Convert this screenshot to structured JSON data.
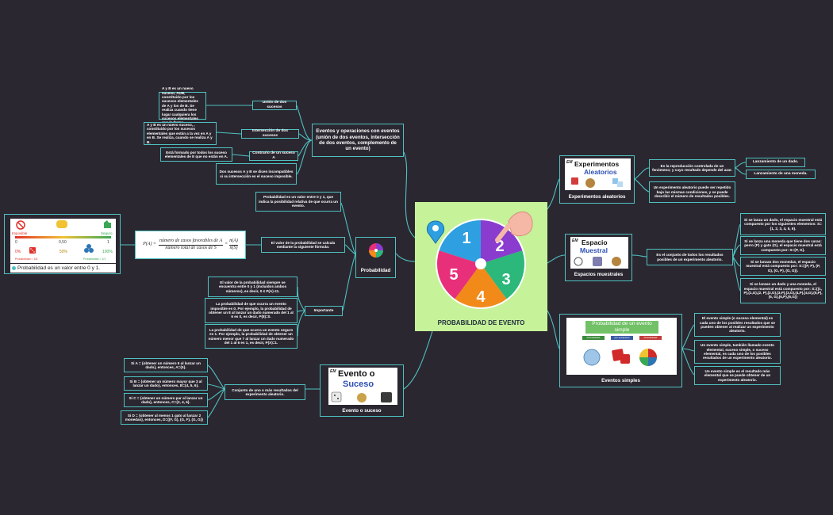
{
  "center": {
    "title": "PROBABILIDAD DE EVENTO",
    "wheel_numbers": [
      "1",
      "2",
      "3",
      "4",
      "5"
    ],
    "wheel_colors": [
      "#2e9fe0",
      "#8a3ccf",
      "#2bb87a",
      "#f28a1a",
      "#e8307a"
    ]
  },
  "eventos_op": {
    "title": "Eventos y operaciones con eventos (unión de dos eventos, intersección de dos eventos, complemento de un evento)",
    "union_label": "Unión de dos sucesos",
    "union_text": "A y B es un nuevo suceso, AUB, constituido por los sucesos elementales de A y los de B. Se realiza cuando tiene lugar cualquiera los sucesos elementales que lo forma.",
    "inter_label": "Intersección de dos sucesos",
    "inter_text": "A y B es un nuevo suceso, , constituido por los sucesos elementales que están a la vez en A y en B. Se realiza, cuando se realiza A y B.",
    "contr_label": "Contrario de un suceso A",
    "contr_text": "Está formado por todos los suceso elementales de E que no están en A.",
    "incomp_text": "Dos sucesos A y B se dicen incompatibles si su intersección es el suceso imposible."
  },
  "probabilidad": {
    "title": "Probabilidad",
    "def_text": "Probabilidad es un valor entre 0 y 1, que indica la posibilidad relativa de que ocurra un evento.",
    "formula_label": "El valor de la probabilidad se calcula mediante la siguiente fórmula:",
    "formula_lhs": "P(A) =",
    "formula_num": "número de casos favorables de A",
    "formula_den": "número total de casos de S",
    "formula_rhs_num": "n(A)",
    "formula_rhs_den": "n(S)",
    "importante_label": "Importante",
    "imp1": "El valor de la probabilidad siempre se encuentra entre 0 y 1 (incluidos ambos números), es decir, 0 ≤ P(A) ≤1.",
    "imp2": "La probabilidad de que ocurra un evento imposible es 0. Por ejemplo, la probabilidad de obtener un 8 al lanzar un dado numerado del 1 al 6 es 0, es decir, P(8)=0.",
    "imp3": "La probabilidad de que ocurra un evento seguro es 1. Por ejemplo, la probabilidad de obtener un número menor que 7 al lanzar un dado numerado del 1 al 6 es 1, es decir, P(X)=1."
  },
  "scale_card": {
    "caption": "Probabilidad es un valor entre 0 y 1.",
    "impossible": "Imposible",
    "seguro": "Seguro",
    "v0": "0",
    "v050": "0,50",
    "v1": "1",
    "p0": "0%",
    "p50": "50%",
    "p100": "100%",
    "prob_lo": "Probabilidad = 1/6",
    "prob_hi": "Probabilidad = 1/1"
  },
  "evento_suceso": {
    "title": "Evento o suceso",
    "img_badge": "EM",
    "img_line1": "Evento o",
    "img_line2": "Suceso",
    "conj_label": "Conjunto de uno o más resultados del experimento aleatorio.",
    "ex1": "Si A = {obtener un número 5 al lanzar un dado}, entonces, A={5}.",
    "ex2": "Si B = {obtener un número mayor que 3 al lanzar un dado}, entonces, B={4, 5, 6}.",
    "ex3": "Si C = {obtener un número par al lanzar un dado}, entonces, C={2, 4, 6}.",
    "ex4": "Si D = {obtener al menos 1 gato al lanzar 2 monedas}, entonces, D={(F, G), (G, F), (G, G)}"
  },
  "experimentos": {
    "title": "Experimentos aleatorios",
    "img_badge": "EM",
    "img_line1": "Experimentos",
    "img_line2": "Aleatorios",
    "def1": "Es la reproducción controlada de un fenómeno; y cuyo resultado depende del azar.",
    "def2": "Un experimento aleatorio puede ser repetido bajo las mismas condiciones, y se puede describir el número de resultados posibles.",
    "ex1": "Lanzamiento de un dado.",
    "ex2": "Lanzamiento de una moneda."
  },
  "espacios": {
    "title": "Espacios muestrales",
    "img_badge": "EM",
    "img_line1": "Espacio",
    "img_line2": "Muestral",
    "def": "Es el conjunto de todos los resultados posibles de un experimento aleatorio.",
    "ex1": "Si se lanza un dado, el espacio muestral está compuesto por los siguientes elementos: S={1, 2, 3, 4, 5, 6}.",
    "ex2": "Si se lanza una moneda que tiene dos caras: perro (P) y gato (G), el espacio muestral está compuesto por: S={P, G}.",
    "ex3": "Si se lanzan dos monedas, el espacio muestral está compuesto por: S={(P, P), (P, G), (G, P), (G, G)}.",
    "ex4": "Si se lanzan un dado y una moneda, el espacio muestral está compuesto por: S={(1, P),(1,G),(2, P),(2,G),(3,P),(3,G),(4,P),(4,G),(5,P),(5, G),(6,P),(6,G)}"
  },
  "simples": {
    "title": "Eventos simples",
    "img_title": "Probabilidad de un evento simple",
    "img_tag1": "Probabilidad",
    "img_tag2": "por extracción",
    "img_tag3": "Probabilidad",
    "def1": "El evento simple (o suceso elemental) es cada uno de los posibles resultados que se pueden obtener al realizar un experimento aleatorio.",
    "def2": "Un evento simple, también llamado evento elemental, suceso simple, o suceso elemental, es cada uno de los posibles resultados de un experimento aleatorio.",
    "def3": "Un evento simple es el resultado más elemental que se puede obtener de un experimento aleatorio."
  }
}
